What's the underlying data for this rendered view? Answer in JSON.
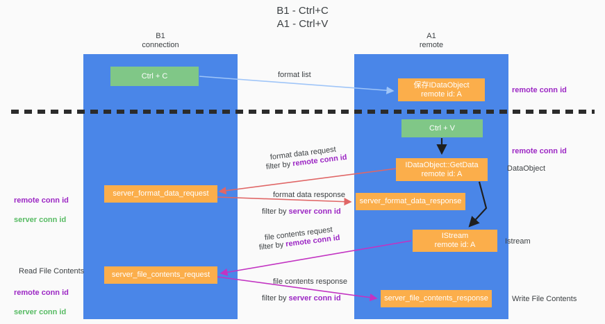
{
  "title": "B1 - Ctrl+C\nA1 - Ctrl+V",
  "columns": {
    "left": {
      "header": "B1\nconnection"
    },
    "right": {
      "header": "A1\nremote"
    }
  },
  "nodes": {
    "ctrl_c": "Ctrl + C",
    "data_object_remote": "保存IDataObject\nremote id: A",
    "ctrl_v": "Ctrl + V",
    "get_data": "IDataObject::GetData\nremote id: A",
    "server_format_data_request": "server_format_data_request",
    "server_format_data_response": "server_format_data_response",
    "istream": "IStream\nremote id: A",
    "server_file_contents_request": "server_file_contents_request",
    "server_file_contents_response": "server_file_contents_response"
  },
  "edges": {
    "format_list": "format list",
    "format_data_request": "format data request",
    "format_data_request_filter_prefix": "filter by ",
    "format_data_request_filter_key": "remote conn id",
    "format_data_response": "format data response",
    "format_data_response_filter_prefix": "filter by ",
    "format_data_response_filter_key": "server conn id",
    "file_contents_request": "file contents request",
    "file_contents_request_filter_prefix": "filter by ",
    "file_contents_request_filter_key": "remote conn id",
    "file_contents_response": "file contents response",
    "file_contents_response_filter_prefix": "filter by ",
    "file_contents_response_filter_key": "server conn id"
  },
  "annotations": {
    "remote_conn_id_top": "remote conn id",
    "remote_conn_id_mid": "remote conn id",
    "dataobject": "DataObject",
    "istream": "Istream",
    "write_file_contents": "Write File Contents",
    "read_file_contents": "Read File Contents",
    "left_remote_conn_id": "remote conn id",
    "left_server_conn_id": "server conn id",
    "left_remote_conn_id_2": "remote conn id",
    "left_server_conn_id_2": "server conn id"
  },
  "colors": {
    "background": "#fafafa",
    "lane_blue": "#4a86e8",
    "node_green": "#80c787",
    "node_orange": "#fbae4b",
    "divider_black": "#2b2b2b",
    "edge_light_blue": "#9fc5f8",
    "edge_red": "#e06666",
    "edge_magenta": "#c233c2",
    "edge_black": "#1f1f1f",
    "label_purple": "#9c27c4",
    "label_green": "#57bb63",
    "text_dark": "#3c4043"
  }
}
